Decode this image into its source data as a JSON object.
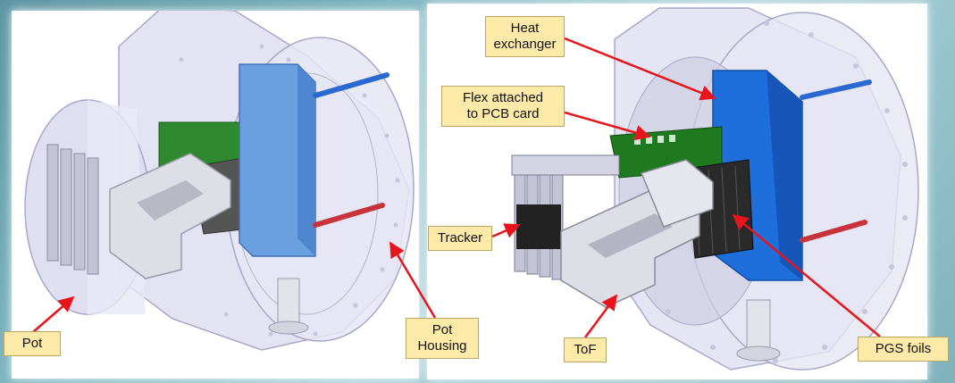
{
  "labels": {
    "pot": "Pot",
    "pot_housing_line1": "Pot",
    "pot_housing_line2": "Housing",
    "heat_exchanger_line1": "Heat",
    "heat_exchanger_line2": "exchanger",
    "flex_line1": "Flex attached",
    "flex_line2": "to PCB card",
    "tracker": "Tracker",
    "tof": "ToF",
    "pgs_foils": "PGS foils"
  },
  "colors": {
    "label_fill": "#fdeaa8",
    "arrow": "#e8141c",
    "heat_exchanger": "#1e6fdc",
    "pcb_green": "#1f7a1f",
    "housing": "#d9dbef"
  }
}
